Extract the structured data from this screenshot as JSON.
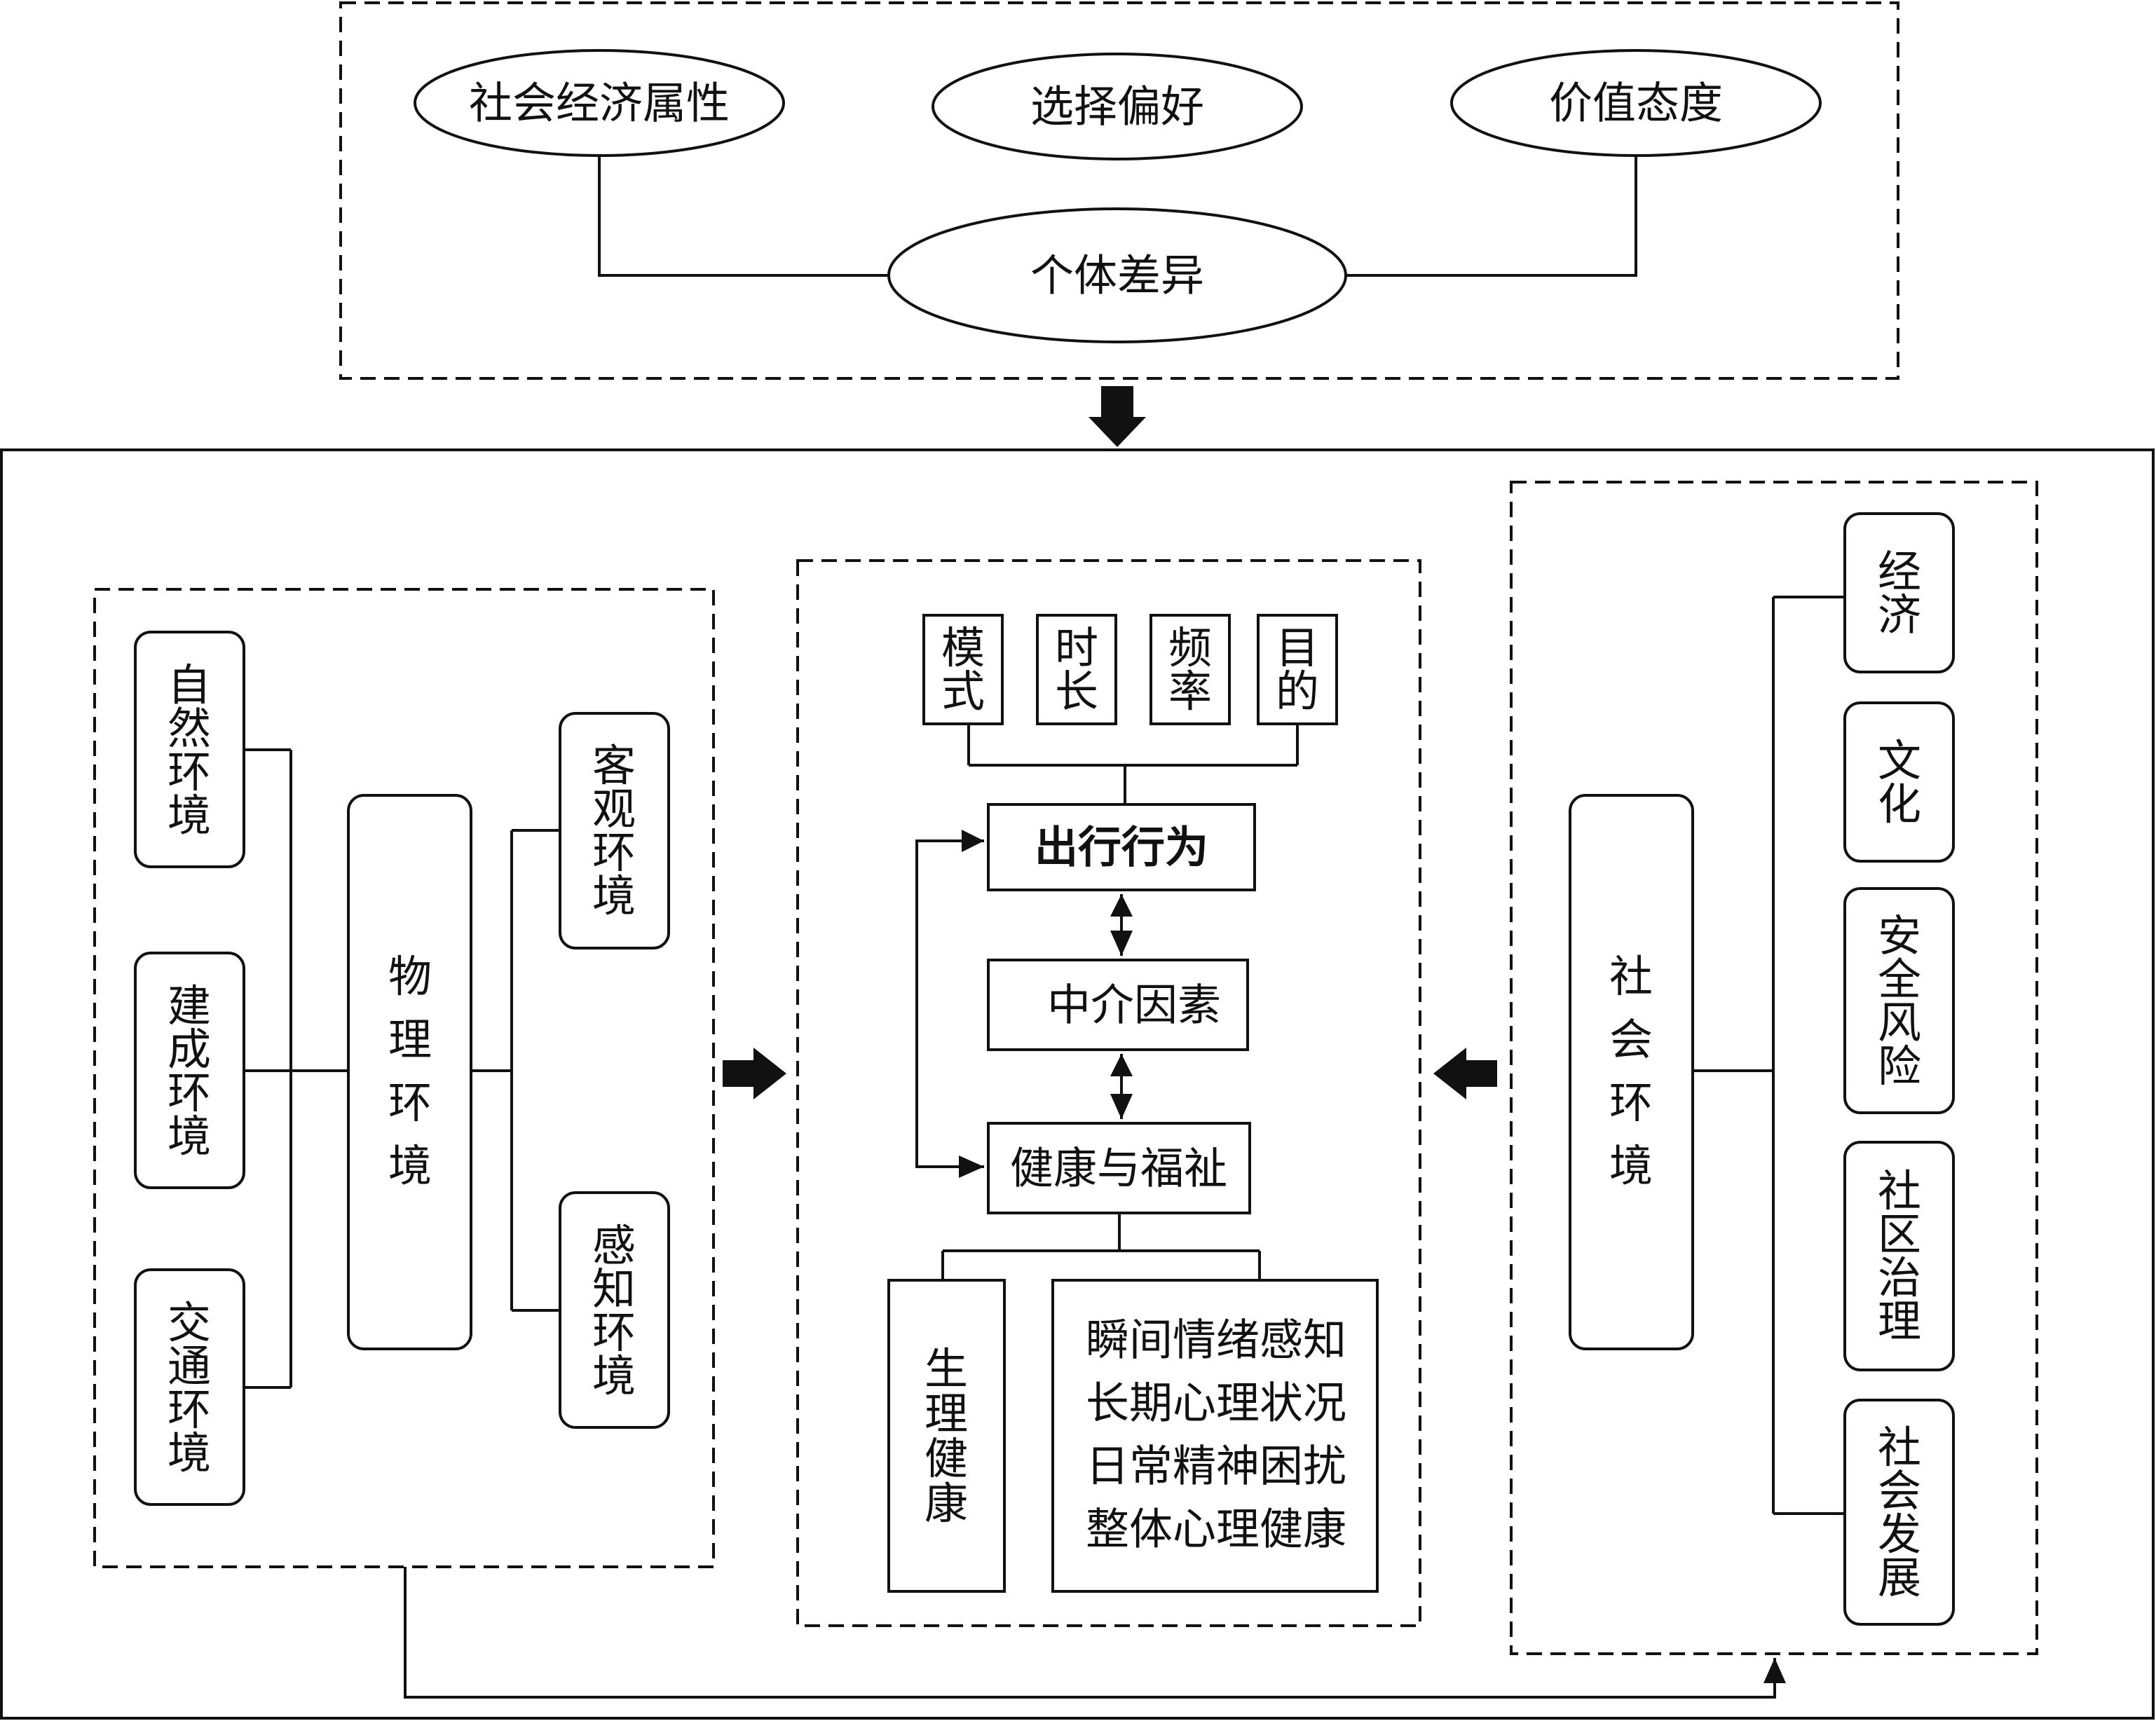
{
  "individual": {
    "center": "个体差异",
    "attrs": [
      "社会经济属性",
      "选择偏好",
      "价值态度"
    ]
  },
  "physical": {
    "sources": [
      "自然环境",
      "建成环境",
      "交通环境"
    ],
    "center": "物理环境",
    "types": [
      "客观环境",
      "感知环境"
    ]
  },
  "travel": {
    "dims": [
      "模式",
      "时长",
      "频率",
      "目的"
    ],
    "behavior": "出行行为",
    "mediator": "中介因素",
    "health": "健康与福祉",
    "physical_health": "生理健康",
    "mental_items": [
      "瞬间情绪感知",
      "长期心理状况",
      "日常精神困扰",
      "整体心理健康"
    ]
  },
  "social": {
    "center": "社会环境",
    "items": [
      "经济",
      "文化",
      "安全风险",
      "社区治理",
      "社会发展"
    ]
  },
  "colors": {
    "line": "#111111",
    "background": "#ffffff"
  }
}
